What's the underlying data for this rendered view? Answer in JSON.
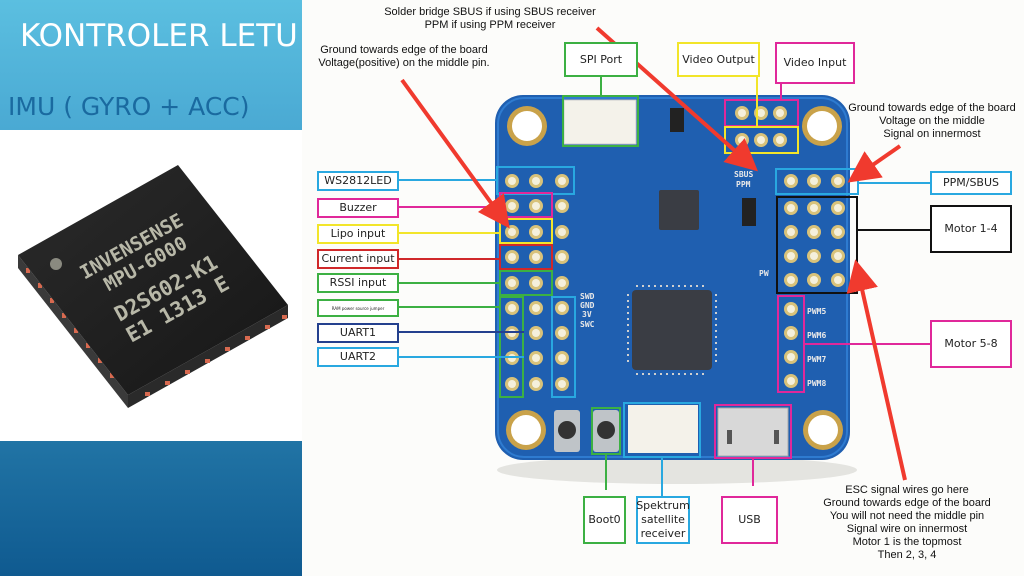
{
  "slide": {
    "title": "KONTROLER LETU",
    "subtitle": "IMU ( GYRO + ACC)",
    "chip": {
      "lines": [
        "INVENSENSE",
        "MPU-6000",
        "D2S602-K1",
        "E1 1313 E"
      ]
    },
    "colors": {
      "top": "#5bbfe0",
      "bottom": "#15609a",
      "subtitle": "#1a6aa0"
    }
  },
  "diagram": {
    "notes": {
      "solder_bridge": [
        "Solder bridge SBUS if using SBUS receiver",
        "PPM if using PPM receiver"
      ],
      "ground_left": [
        "Ground towards edge of the board",
        "Voltage(positive) on the middle pin."
      ],
      "ground_right": [
        "Ground towards edge of the board",
        "Voltage on the middle",
        "Signal on innermost"
      ],
      "esc": [
        "ESC signal wires go here",
        "Ground towards edge of the board",
        "You will not need the middle pin",
        "Signal wire on innermost",
        "Motor 1 is the topmost",
        "Then 2, 3, 4"
      ]
    },
    "labels": {
      "spi_port": "SPI Port",
      "video_output": "Video Output",
      "video_input": "Video Input",
      "ws2812led": "WS2812LED",
      "buzzer": "Buzzer",
      "lipo_input": "Lipo input",
      "current_input": "Current input",
      "rssi_input": "RSSI input",
      "ram_jumper": "RAM power source jumper",
      "uart1": "UART1",
      "uart2": "UART2",
      "ppm_sbus": "PPM/SBUS",
      "motor_1_4": "Motor 1-4",
      "motor_5_8": "Motor 5-8",
      "boot0": "Boot0",
      "spektrum": "Spektrum satellite receiver",
      "usb": "USB"
    },
    "silkscreen": {
      "sbus": "SBUS",
      "ppm": "PPM",
      "swd": "SWD",
      "gnd": "GND",
      "v3": "3V",
      "swc": "SWC",
      "pwm": "PW",
      "pwm5": "PWM5",
      "pwm6": "PWM6",
      "pwm7": "PWM7",
      "pwm8": "PWM8"
    },
    "colors": {
      "green": "#3cb043",
      "yellow": "#f2e52a",
      "magenta": "#e0289a",
      "cyan": "#29a8e0",
      "red": "#d0282a",
      "navy": "#24408e",
      "black": "#111111",
      "arrow": "#f03a2e",
      "board": "#1f5fb0"
    }
  }
}
